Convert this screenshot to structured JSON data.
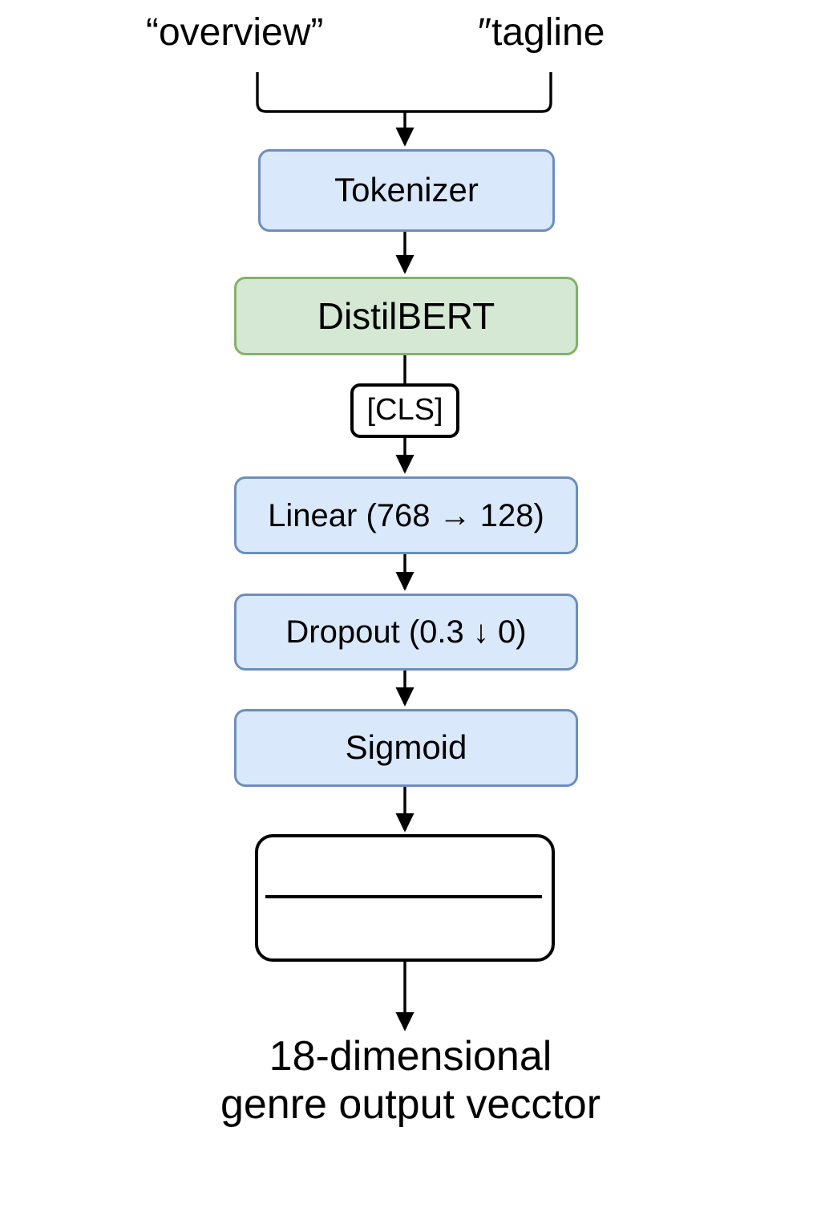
{
  "diagram": {
    "title_inputs": {
      "overview_label": "“overview”",
      "tagline_label": "″tagline"
    },
    "nodes": [
      {
        "id": "tokenizer",
        "label": "Tokenizer",
        "fill": "#dae8fc",
        "stroke": "#6c8ebf"
      },
      {
        "id": "distilbert",
        "label": "DistilBERT",
        "fill": "#d5e8d4",
        "stroke": "#82b366"
      },
      {
        "id": "cls",
        "label": "[CLS]",
        "fill": "#ffffff",
        "stroke": "#000000"
      },
      {
        "id": "linear",
        "label": "Linear (768 → 128)",
        "fill": "#dae8fc",
        "stroke": "#6c8ebf"
      },
      {
        "id": "dropout",
        "label": "Dropout (0.3 ↓ 0)",
        "fill": "#dae8fc",
        "stroke": "#6c8ebf"
      },
      {
        "id": "sigmoid",
        "label": "Sigmoid",
        "fill": "#dae8fc",
        "stroke": "#6c8ebf"
      },
      {
        "id": "output_box",
        "label": "",
        "fill": "#ffffff",
        "stroke": "#000000"
      }
    ],
    "output_caption": {
      "line1": "18-dimensional",
      "line2": "genre output vecctor"
    },
    "colors": {
      "blue_fill": "#dae8fc",
      "blue_stroke": "#6c8ebf",
      "green_fill": "#d5e8d4",
      "green_stroke": "#82b366",
      "white_fill": "#ffffff",
      "black_stroke": "#000000",
      "background": "#ffffff"
    },
    "flow_order": [
      "inputs",
      "Tokenizer",
      "DistilBERT",
      "[CLS]",
      "Linear (768 → 128)",
      "Dropout (0.3 ↓ 0)",
      "Sigmoid",
      "output_box",
      "18-dimensional genre output vecctor"
    ]
  }
}
